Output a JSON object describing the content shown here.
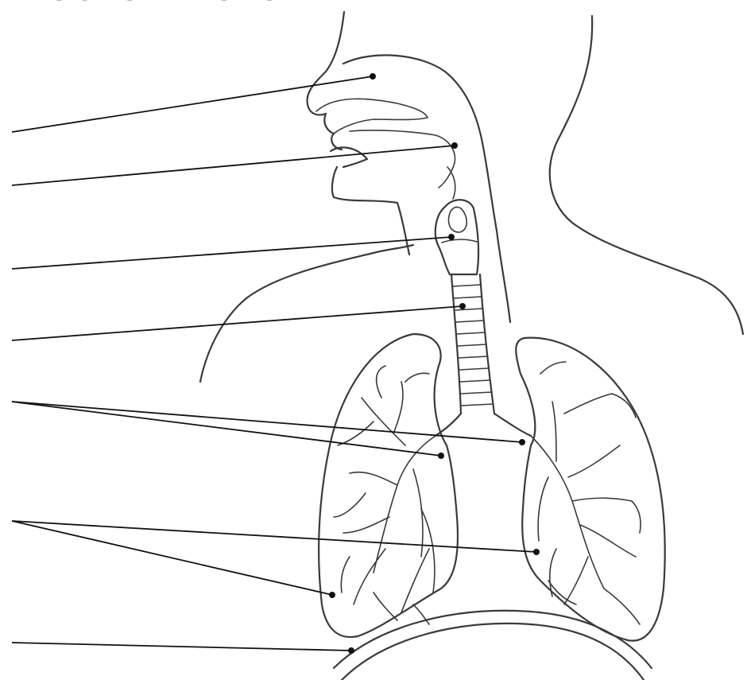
{
  "title": "DROGI ODDECHOWE",
  "labels": [
    {
      "id": "nasal-cavity",
      "text": ""
    },
    {
      "id": "throat",
      "text": ""
    },
    {
      "id": "larynx",
      "text": ""
    },
    {
      "id": "trachea",
      "text": ""
    },
    {
      "id": "bronchi",
      "text": ""
    },
    {
      "id": "lungs-bronchioles",
      "text": ""
    },
    {
      "id": "diaphragm",
      "text": ""
    }
  ],
  "colors": {
    "ink": "#3a3a3a",
    "title": "#4a4a4a",
    "background": "#ffffff"
  }
}
